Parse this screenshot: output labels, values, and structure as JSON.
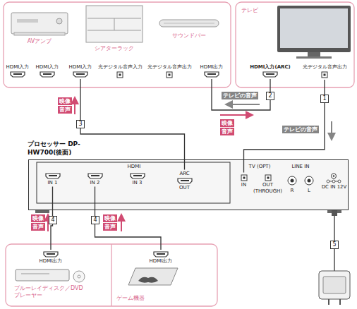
{
  "diagram": {
    "nodes": [
      {
        "text": [
          "HDMI入力"
        ]
      },
      {
        "text": [
          "HDMI入力"
        ]
      },
      {
        "text": [
          "HDMI入力"
        ]
      },
      {
        "text": [
          "光デジタル音声入力"
        ]
      },
      {
        "text": [
          "光デジタル音声出力"
        ]
      },
      {
        "text": [
          "HDMI出力"
        ]
      },
      {
        "text": [
          "HDMI入力(ARC)"
        ]
      },
      {
        "text": [
          "光デジタル音声出力"
        ]
      },
      {
        "text": [
          "プロセッサー DP-HW700(後面)"
        ]
      },
      {
        "text": [
          "IN 1"
        ],
        "in": 8
      },
      {
        "text": [
          "IN 2"
        ],
        "in": 8
      },
      {
        "text": [
          "IN 3"
        ],
        "in": 8
      },
      {
        "text": [
          "ARC",
          "OUT"
        ],
        "in": 8
      },
      {
        "text": [
          "IN"
        ],
        "in": 8
      },
      {
        "text": [
          "OUT (THROUGH)"
        ],
        "in": 8
      },
      {
        "text": [
          "DC IN 12V"
        ],
        "in": 8
      },
      {
        "text": [
          "HDMI出力"
        ]
      },
      {
        "text": [
          "HDMI出力"
        ]
      }
    ],
    "edges": [
      {
        "from": 7,
        "to": 13,
        "arrow": "none",
        "label": "1"
      },
      {
        "from": 5,
        "to": 6,
        "arrow": "none",
        "label": "2"
      },
      {
        "from": 2,
        "to": 12,
        "arrow": "none",
        "label": "3"
      },
      {
        "from": 9,
        "to": 16,
        "arrow": "none",
        "label": "4"
      },
      {
        "from": 10,
        "to": 17,
        "arrow": "none",
        "label": "4"
      }
    ],
    "labels": [
      "AVアンプ",
      "シアターラック",
      "サウンドバー",
      "テレビ",
      "映像",
      "音声",
      "テレビの音声",
      "映像",
      "音声",
      "テレビの音声",
      "HDMI",
      "TV (OPT)",
      "LINE IN",
      "R",
      "L",
      "映像",
      "音声",
      "映像",
      "音声",
      "5",
      "ブルーレイディスク／DVDプレーヤー",
      "ゲーム機器"
    ]
  }
}
